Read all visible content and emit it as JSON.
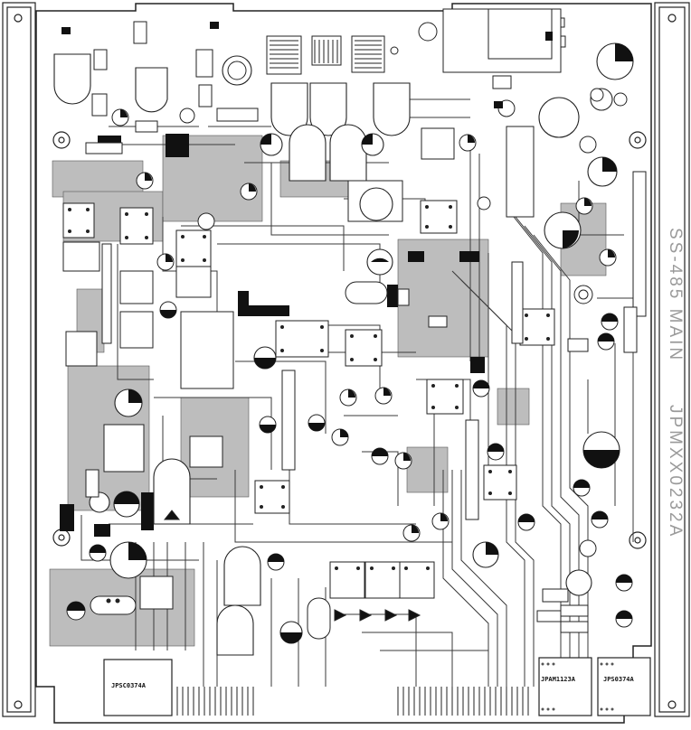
{
  "board": {
    "title_label": "SS-485 MAIN",
    "part_number": "JPMXX0232A"
  },
  "sub_boards": [
    {
      "label": "JPSC0374A"
    },
    {
      "label": "JPAM1123A"
    },
    {
      "label": "JPS0374A"
    }
  ],
  "colors": {
    "background": "#ffffff",
    "copper_fill": "#bdbdbd",
    "trace": "#3a3a3a",
    "solder_mask": "#111111",
    "edge_label": "#9a9a9a"
  }
}
